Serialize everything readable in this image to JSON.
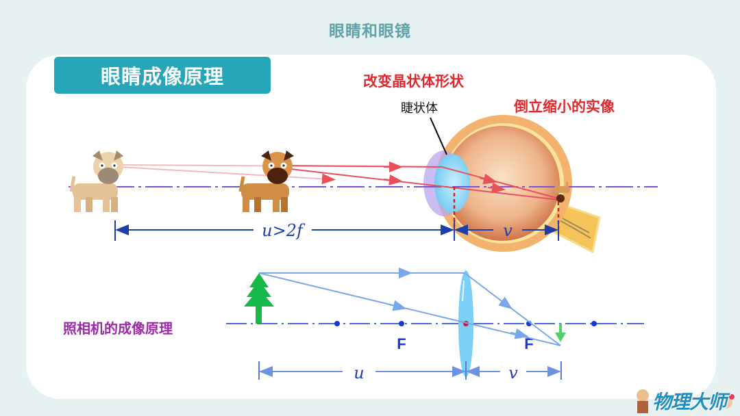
{
  "slide": {
    "title": "眼睛和眼镜",
    "section_badge": "眼睛成像原理"
  },
  "eye_diagram": {
    "annotation_top": "改变晶状体形状",
    "ciliary_label": "睫状体",
    "image_label": "倒立缩小的实像",
    "object_distance_label": "u>2f",
    "image_distance_label": "v"
  },
  "camera_diagram": {
    "caption": "照相机的成像原理",
    "focal_left_label": "F",
    "focal_right_label": "F",
    "object_distance_label": "u",
    "image_distance_label": "v"
  },
  "logo": {
    "text": "物理大师"
  },
  "colors": {
    "background": "#e6f1f2",
    "badge": "#26a6b6",
    "title": "#5fa2a8",
    "ray_red": "#e8505a",
    "axis_purple": "#7b52d6",
    "dimension_blue": "#1f3fa8",
    "camera_ray": "#7aa7ea",
    "tree_green": "#16b84a",
    "lens_blue": "#7dd0f5"
  }
}
